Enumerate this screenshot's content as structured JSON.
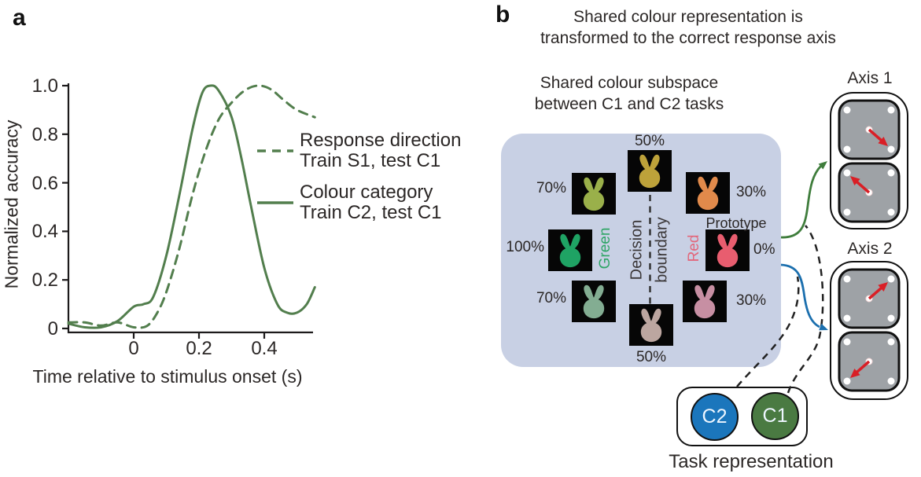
{
  "panel_a": {
    "label": "a",
    "ylabel": "Normalized accuracy",
    "xlabel": "Time relative to stimulus onset (s)",
    "line_color": "#527e4d",
    "yticks": [
      {
        "v": 0,
        "label": "0"
      },
      {
        "v": 0.2,
        "label": "0.2"
      },
      {
        "v": 0.4,
        "label": "0.4"
      },
      {
        "v": 0.6,
        "label": "0.6"
      },
      {
        "v": 0.8,
        "label": "0.8"
      },
      {
        "v": 1.0,
        "label": "1.0"
      }
    ],
    "xticks": [
      {
        "v": 0,
        "label": "0"
      },
      {
        "v": 0.2,
        "label": "0.2"
      },
      {
        "v": 0.4,
        "label": "0.4"
      }
    ],
    "legend": [
      {
        "line1": "Response direction",
        "line2": "Train S1, test C1",
        "style": "dashed"
      },
      {
        "line1": "Colour category",
        "line2": "Train C2, test C1",
        "style": "solid"
      }
    ]
  },
  "chart_data": {
    "type": "line",
    "title": "",
    "xlabel": "Time relative to stimulus onset (s)",
    "ylabel": "Normalized accuracy",
    "xlim": [
      -0.2,
      0.555
    ],
    "ylim": [
      0,
      1.0
    ],
    "grid": false,
    "legend_position": "right",
    "series": [
      {
        "name": "Response direction Train S1, test C1",
        "style": "dashed",
        "color": "#527e4d",
        "x": [
          -0.2,
          -0.15,
          -0.1,
          -0.05,
          0,
          0.04,
          0.07,
          0.1,
          0.14,
          0.18,
          0.22,
          0.26,
          0.3,
          0.34,
          0.38,
          0.42,
          0.46,
          0.5,
          0.555
        ],
        "y": [
          0.025,
          0.025,
          0.012,
          0.025,
          0.005,
          0.01,
          0.06,
          0.15,
          0.33,
          0.55,
          0.73,
          0.86,
          0.93,
          0.98,
          1.0,
          0.985,
          0.94,
          0.9,
          0.87
        ]
      },
      {
        "name": "Colour category Train C2, test C1",
        "style": "solid",
        "color": "#527e4d",
        "x": [
          -0.2,
          -0.15,
          -0.1,
          -0.05,
          0,
          0.03,
          0.06,
          0.1,
          0.14,
          0.18,
          0.21,
          0.235,
          0.26,
          0.3,
          0.33,
          0.36,
          0.4,
          0.44,
          0.47,
          0.5,
          0.53,
          0.555
        ],
        "y": [
          0.02,
          0.005,
          0.005,
          0.03,
          0.09,
          0.1,
          0.13,
          0.3,
          0.55,
          0.82,
          0.97,
          1.0,
          0.98,
          0.87,
          0.7,
          0.5,
          0.25,
          0.1,
          0.065,
          0.065,
          0.1,
          0.17
        ]
      }
    ]
  },
  "panel_b": {
    "label": "b",
    "title_line1": "Shared colour representation is",
    "title_line2": "transformed to the correct response axis",
    "subtitle_line1": "Shared colour subspace",
    "subtitle_line2": "between C1 and C2 tasks",
    "decision_line1": "Decision",
    "decision_line2": "boundary",
    "prototype_label": "Prototype",
    "green_label": {
      "text": "Green",
      "color": "#2ea566"
    },
    "red_label": {
      "text": "Red",
      "color": "#e2677b"
    },
    "stimuli": [
      {
        "position": "top",
        "pct": "50%",
        "color": "#bda23a"
      },
      {
        "position": "top-right",
        "pct": "30%",
        "color": "#e18a4b"
      },
      {
        "position": "right",
        "pct": "0%",
        "color": "#e85d6f"
      },
      {
        "position": "bottom-right",
        "pct": "30%",
        "color": "#c78fa3"
      },
      {
        "position": "bottom",
        "pct": "50%",
        "color": "#bca6a0"
      },
      {
        "position": "bottom-left",
        "pct": "70%",
        "color": "#83ad92"
      },
      {
        "position": "left",
        "pct": "100%",
        "color": "#1fa364"
      },
      {
        "position": "top-left",
        "pct": "70%",
        "color": "#9ab04a"
      }
    ],
    "axis_panels": [
      {
        "label": "Axis 1",
        "squares": [
          {
            "arrow": "down-right"
          },
          {
            "arrow": "up-left"
          }
        ]
      },
      {
        "label": "Axis 2",
        "squares": [
          {
            "arrow": "up-right"
          },
          {
            "arrow": "down-left"
          }
        ]
      }
    ],
    "tasks": [
      {
        "label": "C2",
        "color": "#1b76bc"
      },
      {
        "label": "C1",
        "color": "#4a7a42"
      }
    ],
    "task_caption": "Task representation",
    "colors": {
      "box_bg": "#c8d0e4",
      "pad_gray": "#9ea2a6",
      "arrow_red": "#d91f26",
      "connector_green": "#3f7d3c",
      "connector_blue": "#1b6fae",
      "dashed_connector": "#222222"
    }
  }
}
